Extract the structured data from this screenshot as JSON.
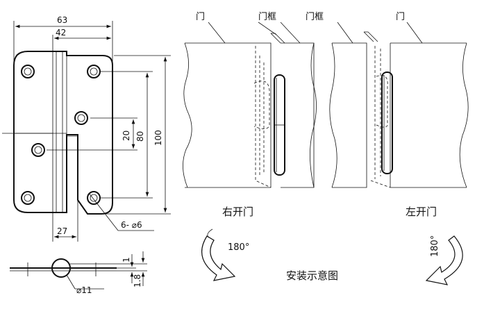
{
  "dimensions": {
    "overall_width": "63",
    "leaf_width": "42",
    "knuckle_offset": "27",
    "hole_pitch_short": "20",
    "hole_pitch_long": "80",
    "overall_height": "100",
    "holes": "6- ⌀6",
    "pin_diameter": "⌀11",
    "leaf_thickness": "1",
    "total_thickness": "1.8"
  },
  "labels": {
    "door_left": "门",
    "frame_left": "门框",
    "frame_right": "门框",
    "door_right": "门"
  },
  "captions": {
    "right_opening": "右开门",
    "left_opening": "左开门",
    "rotation_right": "180°",
    "rotation_left": "180°",
    "installation": "安装示意图"
  }
}
